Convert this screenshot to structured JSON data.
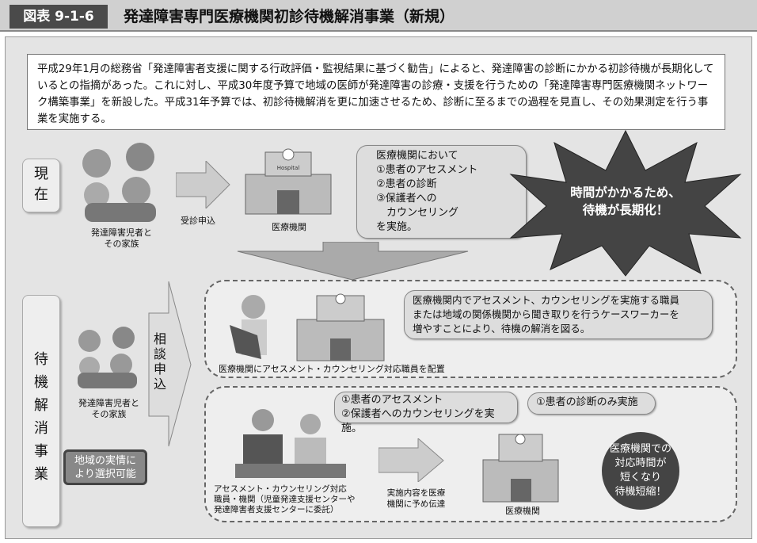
{
  "header": {
    "figure_no": "図表 9-1-6",
    "title": "発達障害専門医療機関初診待機解消事業（新規）"
  },
  "intro": "平成29年1月の総務省「発達障害者支援に関する行政評価・監視結果に基づく勧告」によると、発達障害の診断にかかる初診待機が長期化しているとの指摘があった。これに対し、平成30年度予算で地域の医師が発達障害の診療・支援を行うための「発達障害専門医療機関ネットワーク構築事業」を新設した。平成31年予算では、初診待機解消を更に加速させるため、診断に至るまでの過程を見直し、その効果測定を行う事業を実施する。",
  "current": {
    "label": "現在",
    "family_caption": [
      "発達障害児者と",
      "その家族"
    ],
    "arrow_label": "受診申込",
    "hospital_caption": "医療機関",
    "hospital_sign": "Hospital",
    "bubble": [
      "医療機関において",
      "①患者のアセスメント",
      "②患者の診断",
      "③保護者への",
      "　カウンセリング",
      "を実施。"
    ],
    "burst": [
      "時間がかかるため、",
      "待機が長期化！"
    ]
  },
  "project": {
    "label": "待機解消事業",
    "family_caption": [
      "発達障害児者と",
      "その家族"
    ],
    "arrow_label": "相談申込",
    "choice_box": [
      "地域の実情に",
      "より選択可能"
    ],
    "option1": {
      "bubble": [
        "医療機関内でアセスメント、カウンセリングを実施する職員",
        "または地域の関係機関から聞き取りを行うケースワーカーを",
        "増やすことにより、待機の解消を図る。"
      ],
      "caption": "医療機関にアセスメント・カウンセリング対応職員を配置"
    },
    "option2": {
      "bubble_left": [
        "①患者のアセスメント",
        "②保護者へのカウンセリングを実施。"
      ],
      "bubble_right": "①患者の診断のみ実施",
      "staff_caption": [
        "アセスメント・カウンセリング対応",
        "職員・機関（児童発達支援センターや",
        "発達障害者支援センターに委託）"
      ],
      "arrow_label": [
        "実施内容を医療",
        "機関に予め伝達"
      ],
      "hospital_caption": "医療機関",
      "result": [
        "医療機関での",
        "対応時間が",
        "短くなり",
        "待機短縮！"
      ]
    }
  }
}
